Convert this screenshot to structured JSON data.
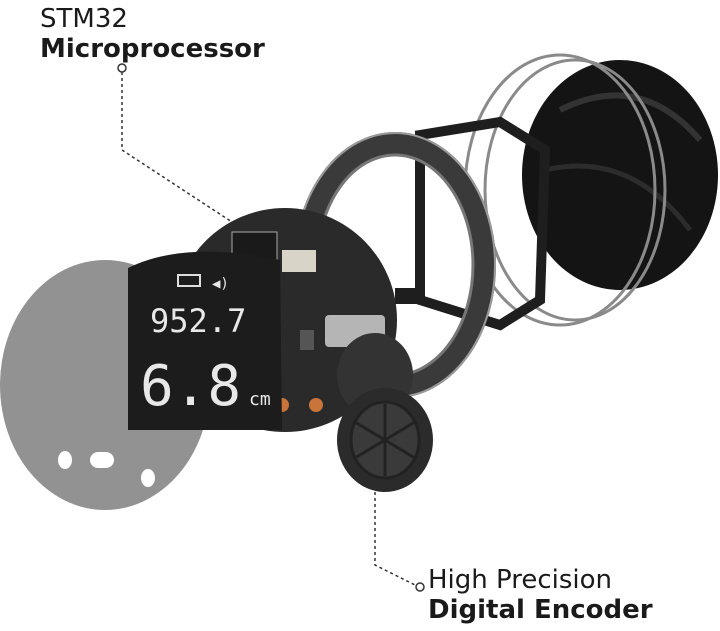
{
  "callouts": {
    "top": {
      "line1": "STM32",
      "line2": "Microprocessor"
    },
    "bottom": {
      "line1": "High Precision",
      "line2": "Digital Encoder"
    }
  },
  "display": {
    "reading_small": "952.7",
    "reading_large": "6.8",
    "unit": "cm"
  },
  "colors": {
    "text": "#1a1a1a",
    "pcb": "#2a2a2a",
    "lens": "#6e6e6e",
    "accent": "#c8743a"
  }
}
